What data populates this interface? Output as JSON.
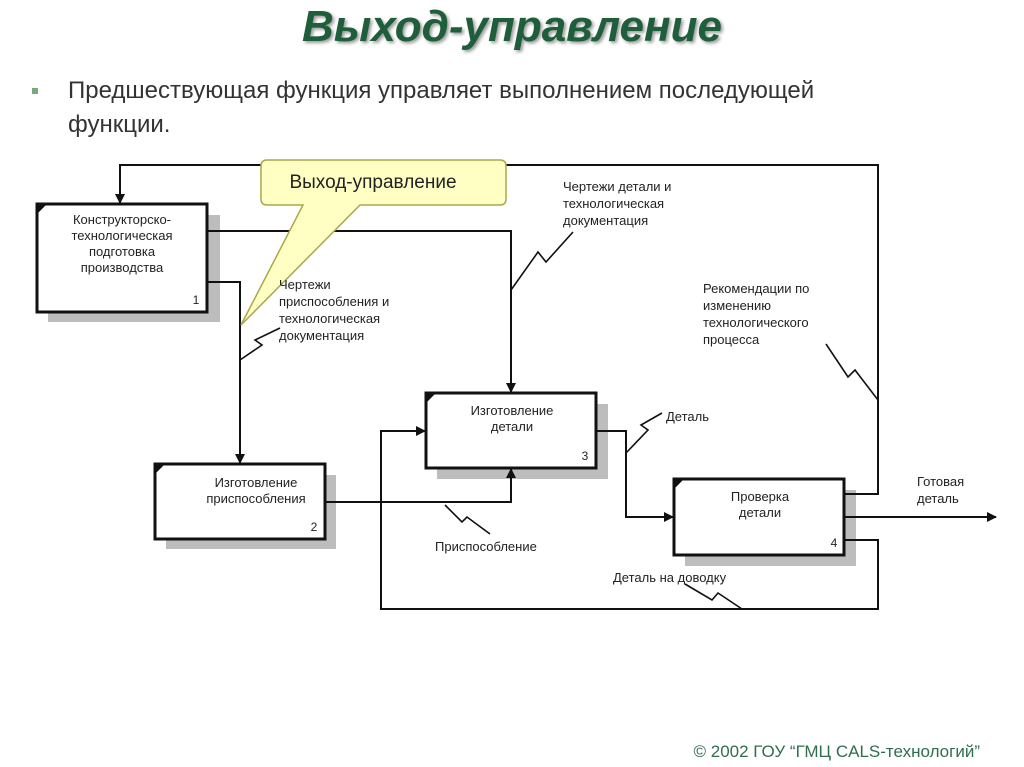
{
  "title": "Выход-управление",
  "bullet": {
    "line1": "Предшествующая функция управляет выполнением последующей",
    "line2": "функции."
  },
  "callout": "Выход-управление",
  "boxes": [
    {
      "lines": [
        "Конструкторско-",
        "технологическая",
        "подготовка",
        "производства"
      ],
      "number": "1"
    },
    {
      "lines": [
        "Изготовление",
        "приспособления"
      ],
      "number": "2"
    },
    {
      "lines": [
        "Изготовление",
        "детали"
      ],
      "number": "3"
    },
    {
      "lines": [
        "Проверка",
        "детали"
      ],
      "number": "4"
    }
  ],
  "labels": {
    "drawings_detail": [
      "Чертежи детали и",
      "технологическая",
      "документация"
    ],
    "drawings_fixture": [
      "Чертежи",
      "приспособления и",
      "технологическая",
      "документация"
    ],
    "recommendations": [
      "Рекомендации по",
      "изменению",
      "технологического",
      "процесса"
    ],
    "detail": "Деталь",
    "fixture": "Приспособление",
    "finished": [
      "Готовая",
      "деталь"
    ],
    "rework": "Деталь на доводку"
  },
  "footer": "© 2002 ГОУ “ГМЦ CALS-технологий”"
}
